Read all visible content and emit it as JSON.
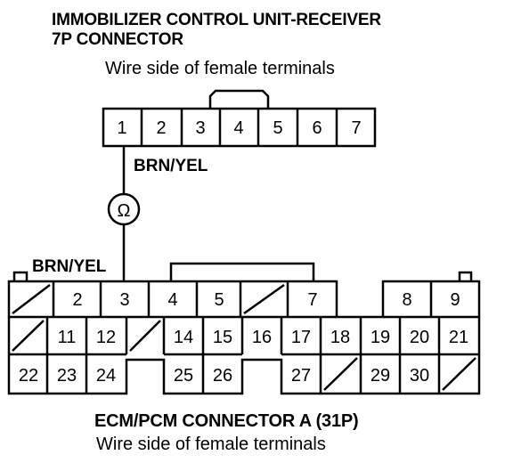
{
  "top": {
    "title_line1": "IMMOBILIZER CONTROL UNIT-RECEIVER",
    "title_line2": "7P CONNECTOR",
    "subtitle": "Wire side of female terminals",
    "pins": [
      "1",
      "2",
      "3",
      "4",
      "5",
      "6",
      "7"
    ]
  },
  "wire_label_top": "BRN/YEL",
  "wire_label_bottom": "BRN/YEL",
  "meter_symbol": "Ω",
  "bottom": {
    "title": "ECM/PCM CONNECTOR A (31P)",
    "subtitle": "Wire side of female terminals",
    "row1": [
      "2",
      "3",
      "4",
      "5",
      "7",
      "8",
      "9"
    ],
    "row2": [
      "11",
      "12",
      "14",
      "15",
      "16",
      "17",
      "18",
      "19",
      "20",
      "21"
    ],
    "row3": [
      "22",
      "23",
      "24",
      "25",
      "26",
      "27",
      "29",
      "30"
    ]
  }
}
